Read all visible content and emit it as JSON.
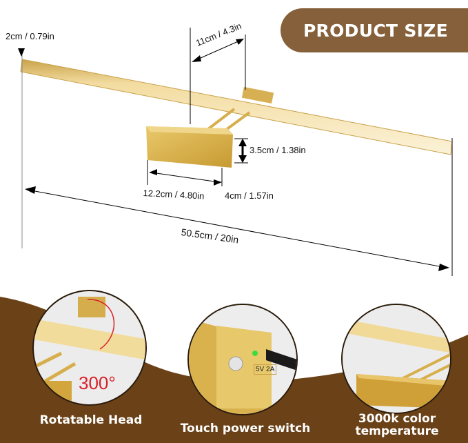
{
  "header": {
    "badge_title": "PRODUCT SIZE",
    "badge_color": "#85603a"
  },
  "dimensions": {
    "bar_thickness": "2cm / 0.79in",
    "mount_offset": "11cm / 4.3in",
    "base_height": "3.5cm / 1.38in",
    "base_width": "12.2cm / 4.80in",
    "base_depth": "4cm / 1.57in",
    "total_length": "50.5cm / 20in"
  },
  "features": [
    {
      "label": "Rotatable Head",
      "overlay": "300°"
    },
    {
      "label": "Touch power switch",
      "overlay": "5V 2A"
    },
    {
      "label_line1": "3000k color",
      "label_line2": "temperature"
    }
  ],
  "colors": {
    "brown_band": "#6b4218",
    "gold": "#e2c36a",
    "accent_red": "#d9212a",
    "led_green": "#3ddc3d"
  }
}
